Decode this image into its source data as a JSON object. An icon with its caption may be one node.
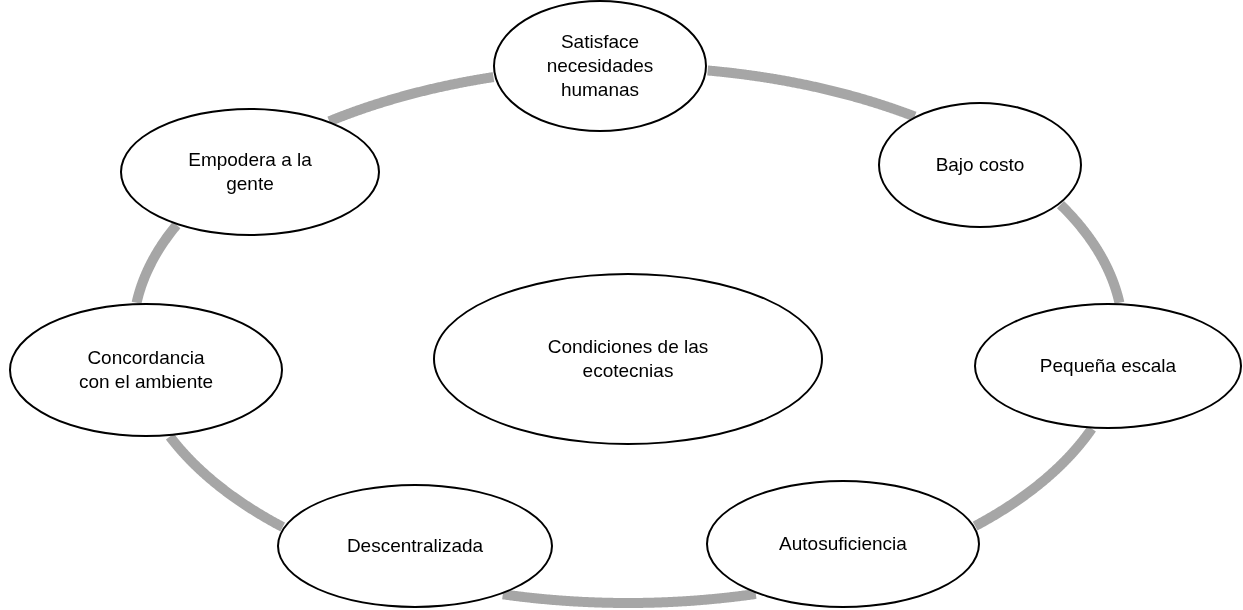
{
  "diagram": {
    "nodes": [
      {
        "text": [
          "Satisface necesidades humanas"
        ]
      },
      {
        "text": [
          "Bajo costo"
        ]
      },
      {
        "text": [
          "Pequeña escala"
        ]
      },
      {
        "text": [
          "Autosuficiencia"
        ]
      },
      {
        "text": [
          "Descentralizada"
        ]
      },
      {
        "text": [
          "Concordancia con el ambiente"
        ]
      },
      {
        "text": [
          "Empodera a la gente"
        ]
      },
      {
        "text": [
          "Condiciones de las ecotecnias"
        ]
      }
    ],
    "edges": [
      {
        "from": 0,
        "to": 1,
        "arrow": "none"
      },
      {
        "from": 1,
        "to": 2,
        "arrow": "none"
      },
      {
        "from": 2,
        "to": 3,
        "arrow": "none"
      },
      {
        "from": 3,
        "to": 4,
        "arrow": "none"
      },
      {
        "from": 4,
        "to": 5,
        "arrow": "none"
      },
      {
        "from": 5,
        "to": 6,
        "arrow": "none"
      },
      {
        "from": 6,
        "to": 0,
        "arrow": "none"
      }
    ]
  }
}
